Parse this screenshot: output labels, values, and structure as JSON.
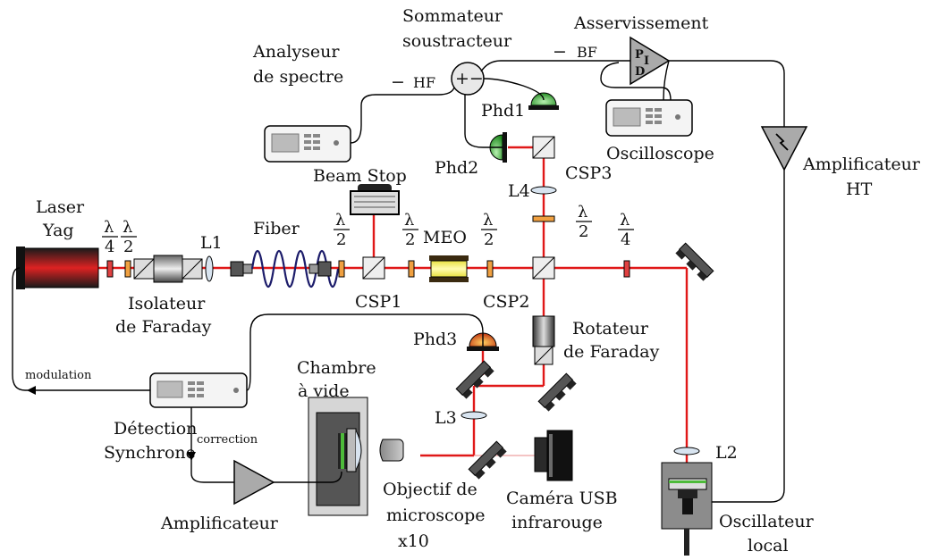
{
  "labels": {
    "laser_line1": "Laser",
    "laser_line2": "Yag",
    "isolator_line1": "Isolateur",
    "isolator_line2": "de Faraday",
    "l1": "L1",
    "fiber": "Fiber",
    "beam_stop": "Beam Stop",
    "csp1": "CSP1",
    "meo": "MEO",
    "csp2": "CSP2",
    "csp3": "CSP3",
    "l4": "L4",
    "phd1": "Phd1",
    "phd2": "Phd2",
    "phd3": "Phd3",
    "rotator_line1": "Rotateur",
    "rotator_line2": "de Faraday",
    "analyzer_line1": "Analyseur",
    "analyzer_line2": "de spectre",
    "summer_line1": "Sommateur",
    "summer_line2": "soustracteur",
    "hf": "HF",
    "bf": "BF",
    "servo": "Asservissement",
    "oscilloscope": "Oscilloscope",
    "amp_ht_line1": "Amplificateur",
    "amp_ht_line2": "HT",
    "modulation": "modulation",
    "sync_line1": "Détection",
    "sync_line2": "Synchrone",
    "correction": "correction",
    "amplifier": "Amplificateur",
    "chamber_line1": "Chambre",
    "chamber_line2": "à vide",
    "l3": "L3",
    "l2": "L2",
    "objective_line1": "Objectif de",
    "objective_line2": "microscope",
    "objective_line3": "x10",
    "camera_line1": "Caméra USB",
    "camera_line2": "infrarouge",
    "local_osc_line1": "Oscillateur",
    "local_osc_line2": "local",
    "lambda": "λ",
    "frac2": "2",
    "frac4": "4",
    "minus": "−",
    "plus_minus": "+−",
    "pi_p": "P",
    "pi_i": "I",
    "pi_d": "D"
  },
  "colors": {
    "beam": "#e01818",
    "detector_green": "#2aa52a",
    "detector_orange": "#e6701a",
    "halfwave": "#f0a040",
    "quarterwave": "#e04040",
    "meo_yellow": "#f6f060"
  }
}
